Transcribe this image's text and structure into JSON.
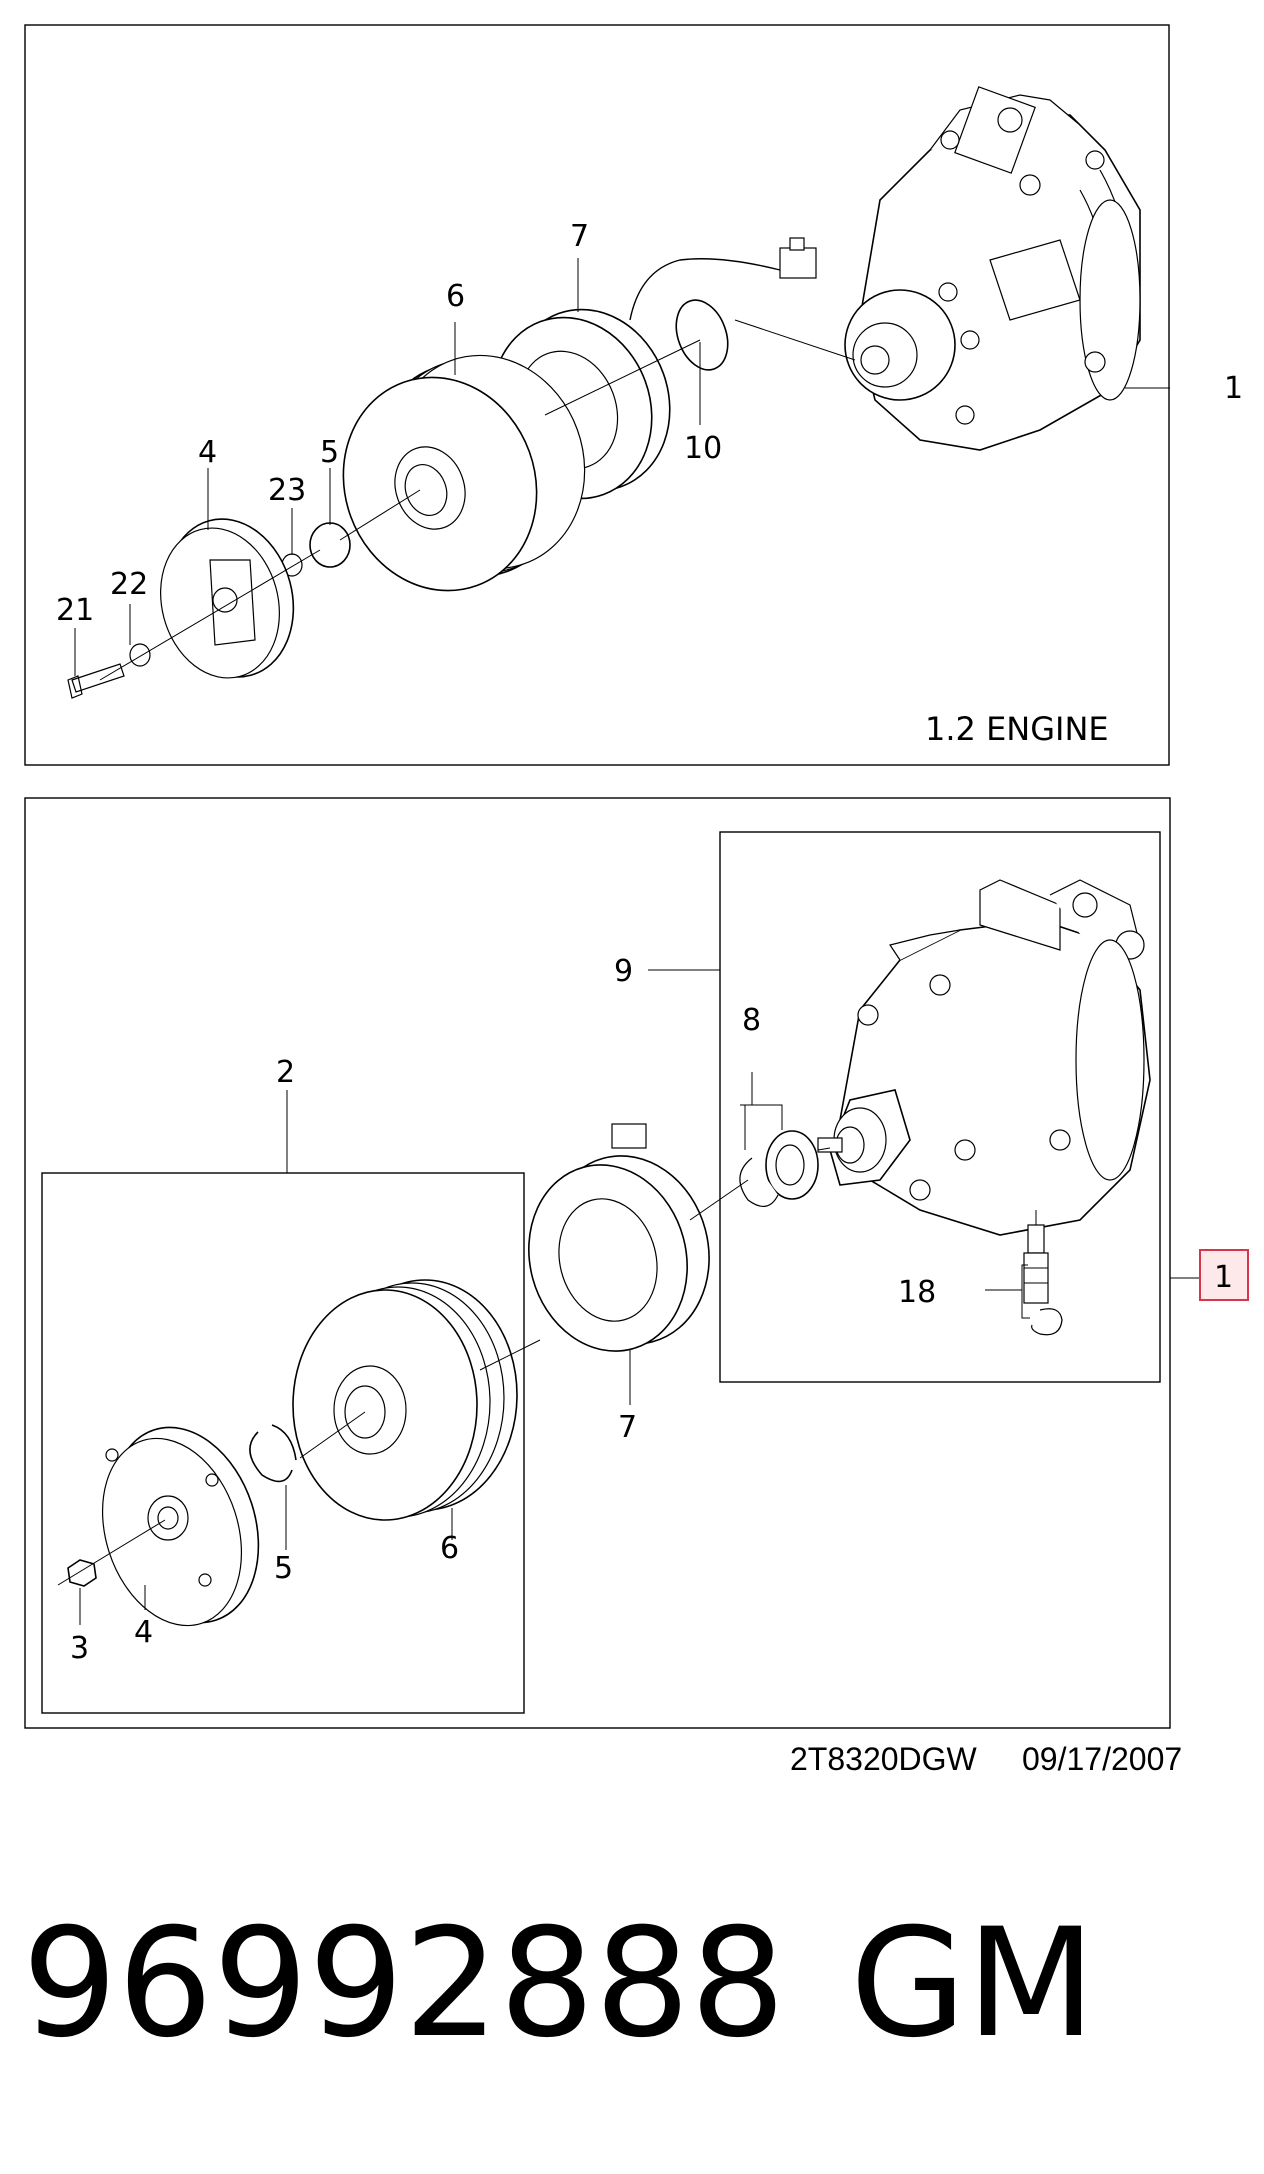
{
  "top_panel": {
    "caption": "1.2 ENGINE",
    "callouts": {
      "c1": "1",
      "c4": "4",
      "c5": "5",
      "c6": "6",
      "c7": "7",
      "c10": "10",
      "c21": "21",
      "c22": "22",
      "c23": "23"
    }
  },
  "bottom_panel": {
    "callouts": {
      "c1": "1",
      "c2": "2",
      "c3": "3",
      "c4": "4",
      "c5": "5",
      "c6": "6",
      "c7": "7",
      "c8": "8",
      "c9": "9",
      "c18": "18"
    }
  },
  "drawing_code": "2T8320DGW",
  "drawing_date": "09/17/2007",
  "part_number": "96992888",
  "brand": "GM",
  "highlight_color": "#d8354a"
}
